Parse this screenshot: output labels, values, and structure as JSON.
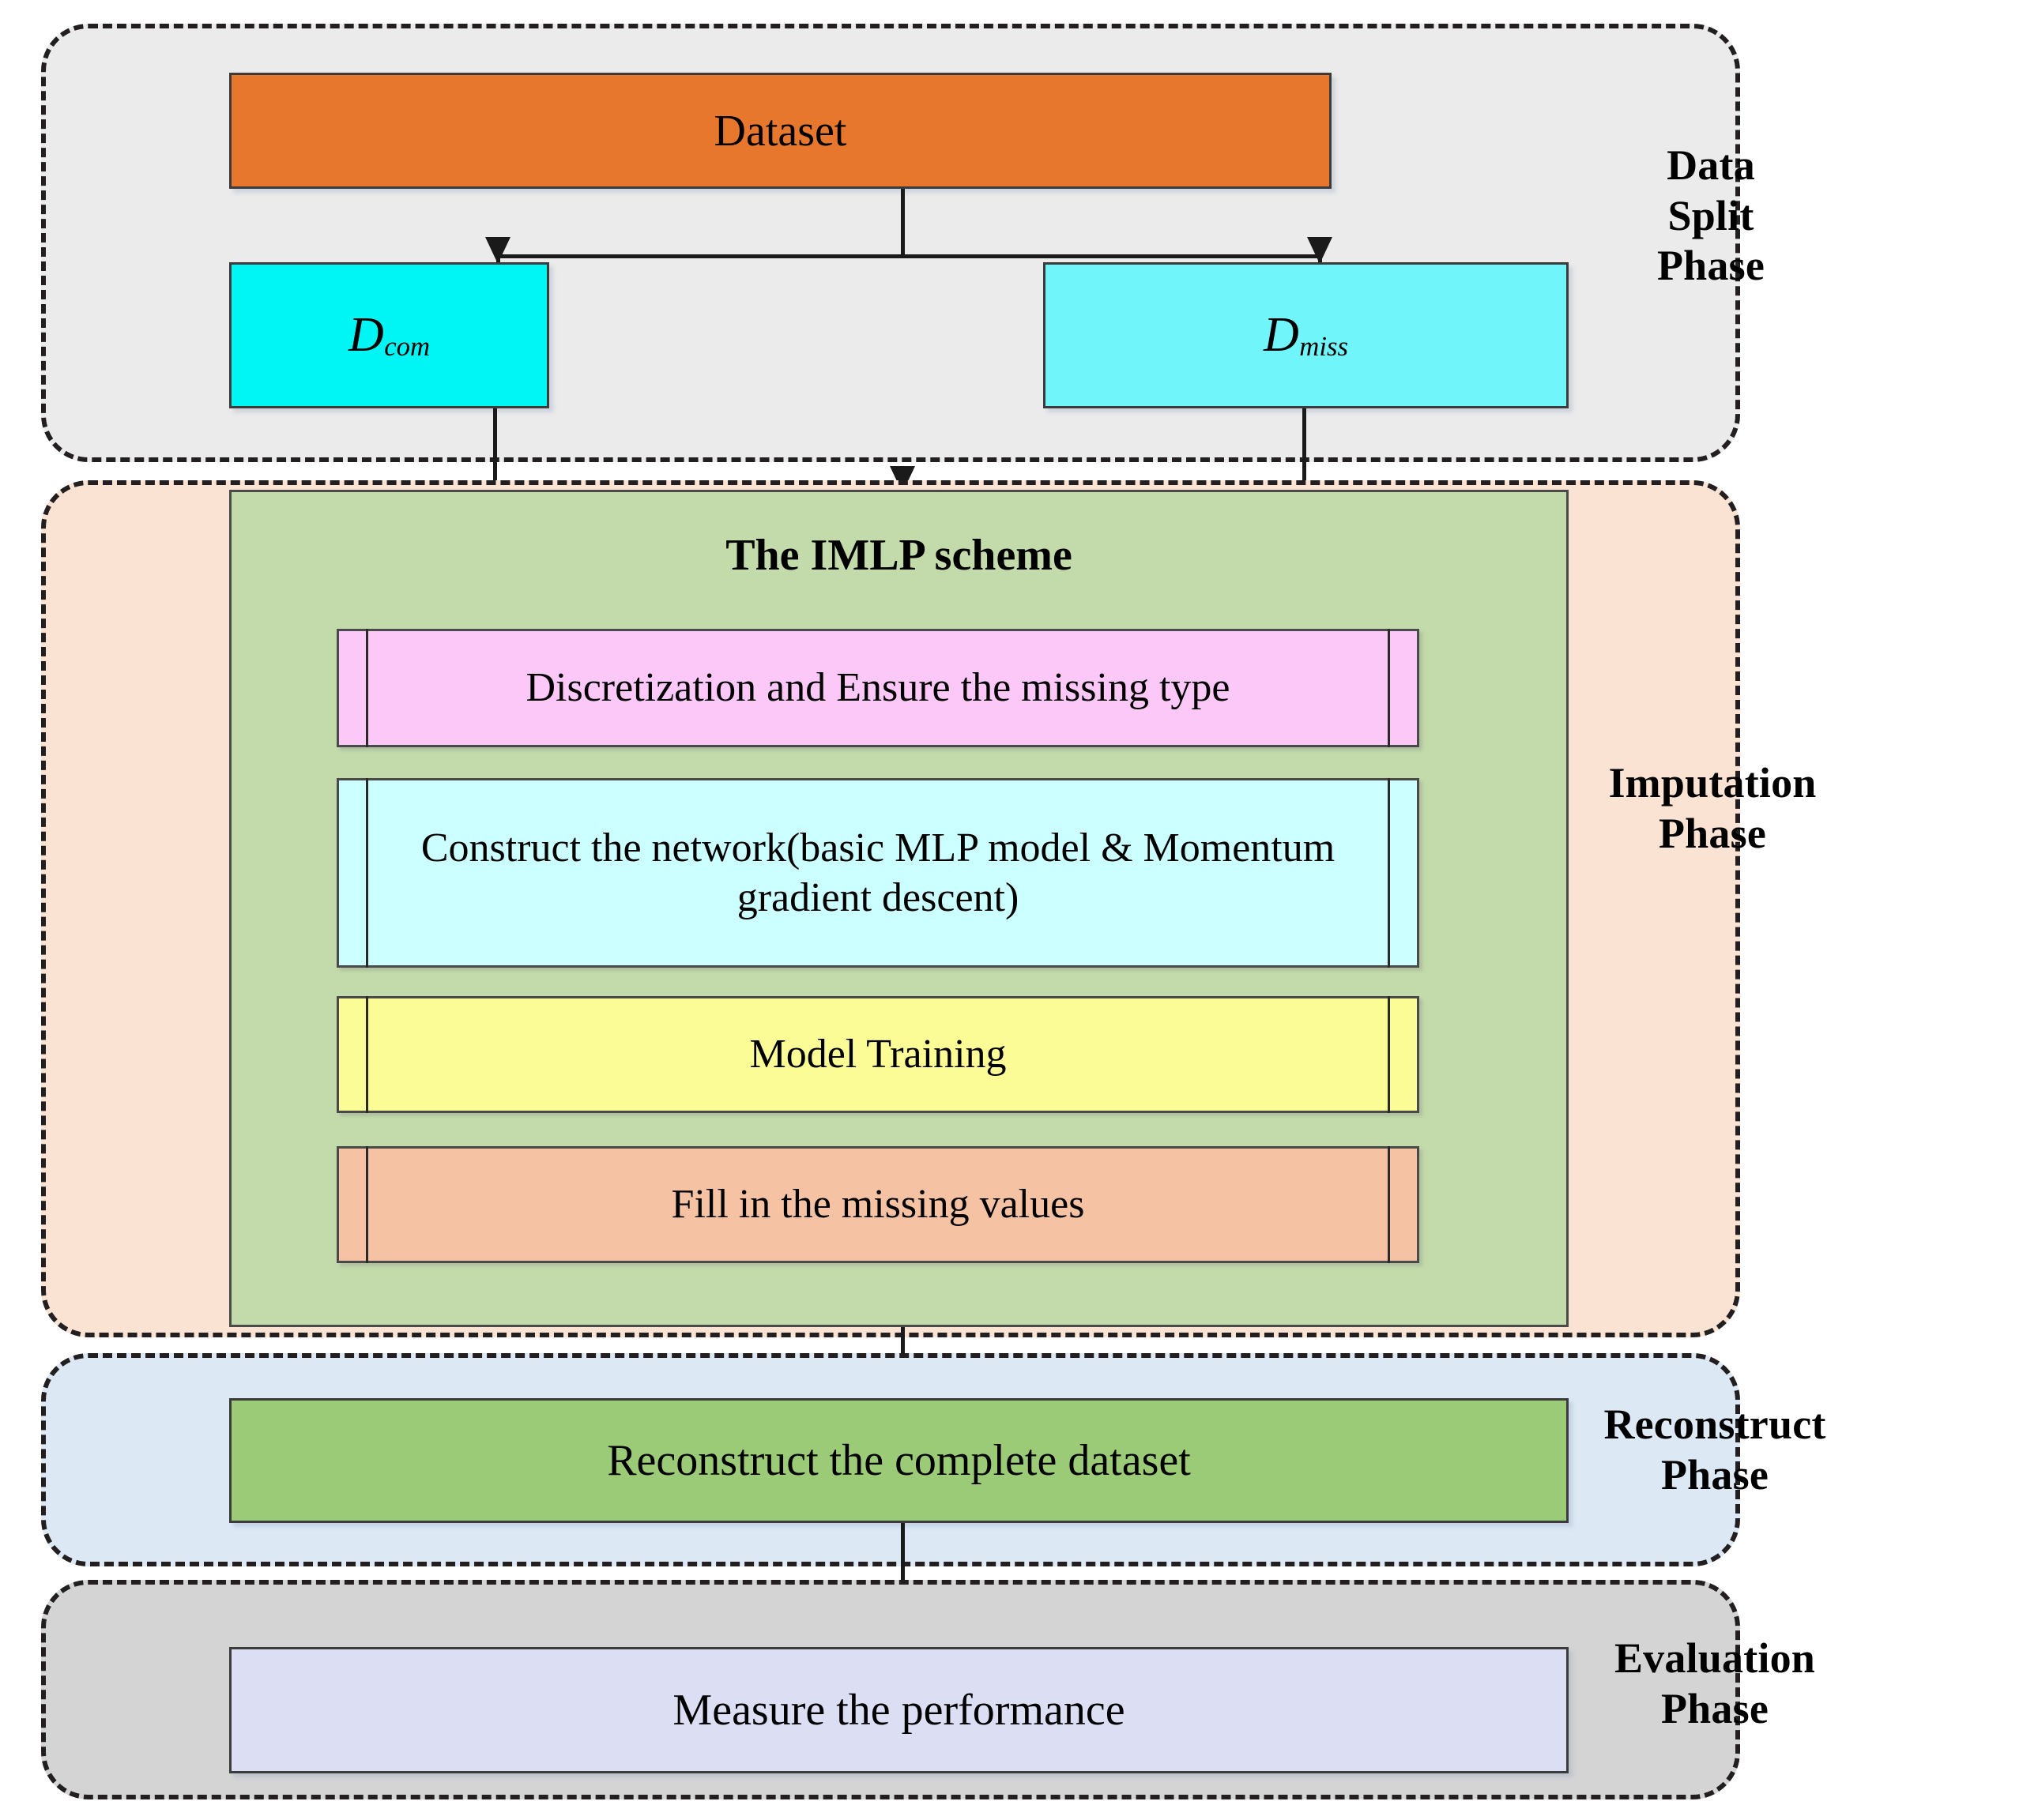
{
  "diagram": {
    "title": "IMLP missing-value imputation workflow",
    "phases": [
      {
        "id": "data-split",
        "label": "Data\nSplit\nPhase",
        "background": "#ebebeb"
      },
      {
        "id": "imputation",
        "label": "Imputation\nPhase",
        "background": "#fae3d3"
      },
      {
        "id": "reconstruct",
        "label": "Reconstruct\nPhase",
        "background": "#dde8f5"
      },
      {
        "id": "evaluation",
        "label": "Evaluation\nPhase",
        "background": "#d4d4d4"
      }
    ],
    "nodes": {
      "dataset": {
        "label": "Dataset",
        "color": "#e8772e"
      },
      "dcom": {
        "label": "D",
        "subscript": "com",
        "color": "#00f5f5"
      },
      "dmiss": {
        "label": "D",
        "subscript": "miss",
        "color": "#70f5fb"
      },
      "reconstruct": {
        "label": "Reconstruct the complete dataset",
        "color": "#9ccb78"
      },
      "measure": {
        "label": "Measure the performance",
        "color": "#dcdff4"
      }
    },
    "imlp": {
      "title": "The IMLP scheme",
      "container_color": "#c3dbab",
      "steps": [
        {
          "label": "Discretization and Ensure the missing type",
          "color": "#fbc8f8"
        },
        {
          "label": "Construct the network(basic MLP model & Momentum gradient descent)",
          "color": "#ccffff"
        },
        {
          "label": "Model Training",
          "color": "#fcfc96"
        },
        {
          "label": "Fill in the missing values",
          "color": "#f5c3a4"
        }
      ]
    },
    "colors": {
      "border": "#3b3b3b",
      "arrow": "#1a1a1a",
      "dashed_border": "#231f20"
    }
  }
}
